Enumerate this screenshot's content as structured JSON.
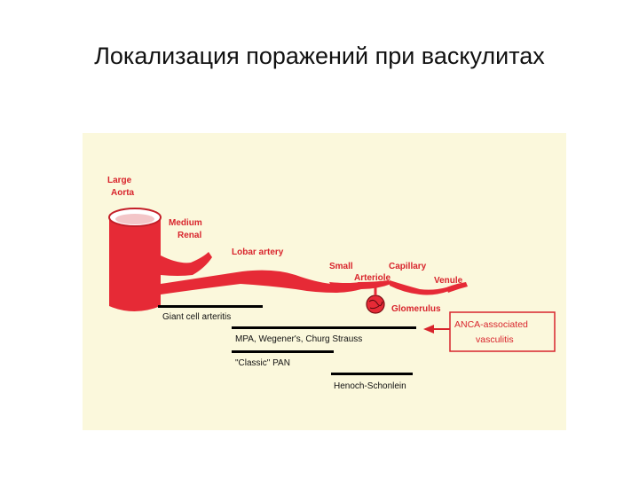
{
  "slide": {
    "title": "Локализация поражений при васкулитах"
  },
  "figure": {
    "vessel_labels": {
      "large": "Large",
      "aorta": "Aorta",
      "medium": "Medium",
      "renal": "Renal",
      "lobar_artery": "Lobar artery",
      "small": "Small",
      "arteriole": "Arteriole",
      "capillary": "Capillary",
      "venule": "Venule",
      "glomerulus": "Glomerulus"
    },
    "disease_labels": {
      "giant_cell_arteritis": "Giant cell arteritis",
      "mpa_wegener_churg": "MPA, Wegener's, Churg Strauss",
      "classic_pan": "\"Classic\" PAN",
      "henoch_schonlein": "Henoch-Schonlein"
    },
    "anca_box": {
      "line1": "ANCA-associated",
      "line2": "vasculitis"
    },
    "colors": {
      "vessel_red": "#e62a36",
      "label_red": "#d8242c",
      "background": "#fbf8dc",
      "bar_black": "#000000"
    }
  }
}
